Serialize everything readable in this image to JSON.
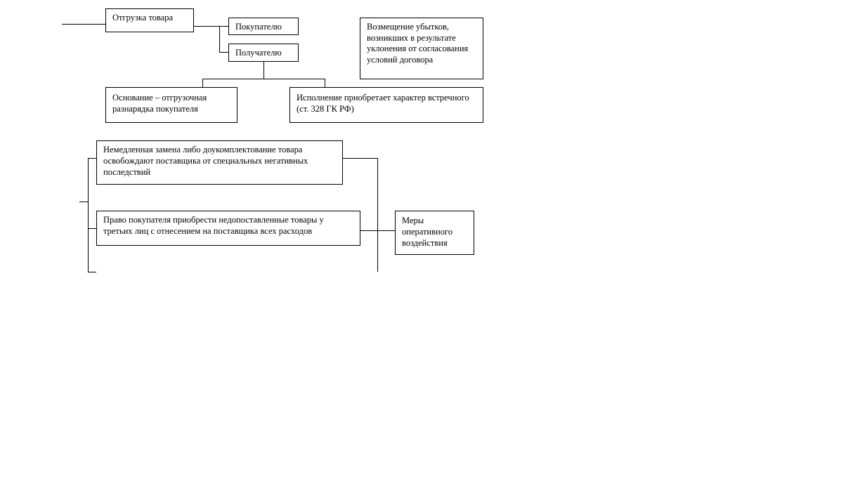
{
  "boxes": {
    "otgruzka": "Отгрузка товара",
    "pokupatelyu": "Покупателю",
    "poluchatelyu": "Получателю",
    "vozmeshchenie": "Возмещение убытков, возникших в результате уклонения от согласования условий договора",
    "osnovanie": "Основание – отгрузочная разнарядка покупателя",
    "ispolnenie": "Исполнение приобретает характер встречного (ст. 328 ГК РФ)",
    "zamena": "Немедленная замена либо доукомплектование товара освобождают поставщика от специальных негативных последствий",
    "pravo": "Право покупателя приобрести недопоставленные товары у третьих лиц с отнесением на поставщика всех расходов",
    "mery": "Меры оперативного воздействия"
  }
}
